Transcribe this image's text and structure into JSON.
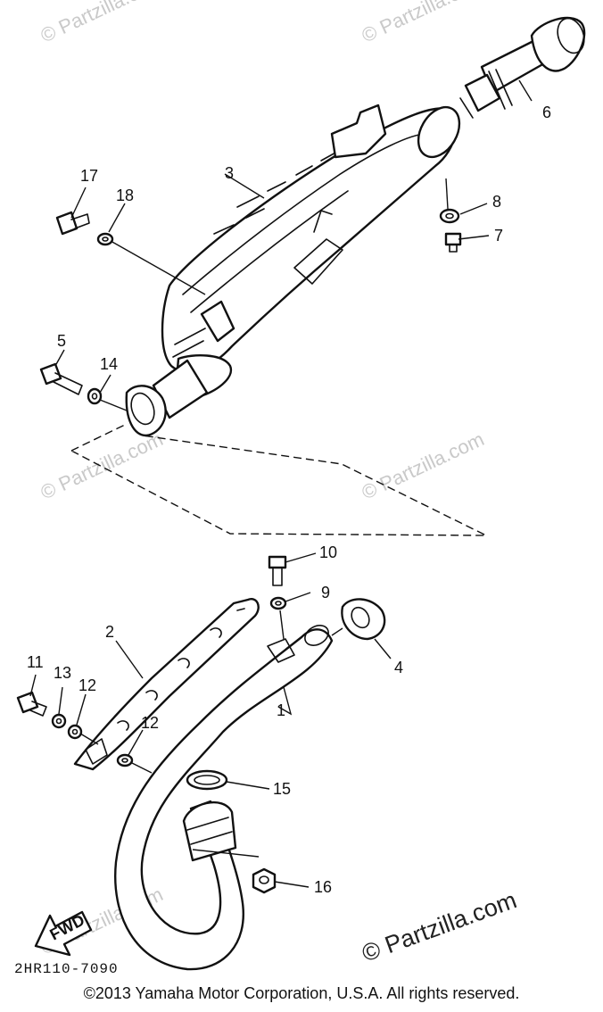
{
  "watermark": "© Partzilla.com",
  "callouts": {
    "p1": "1",
    "p2": "2",
    "p3": "3",
    "p4": "4",
    "p5": "5",
    "p6": "6",
    "p7": "7",
    "p8": "8",
    "p9": "9",
    "p10": "10",
    "p11": "11",
    "p12a": "12",
    "p12b": "12",
    "p13": "13",
    "p14": "14",
    "p15": "15",
    "p16": "16",
    "p17": "17",
    "p18": "18"
  },
  "fwd_label": "FWD",
  "diagram_code": "2HR110-7090",
  "copyright": "©2013 Yamaha Motor Corporation, U.S.A. All rights reserved."
}
